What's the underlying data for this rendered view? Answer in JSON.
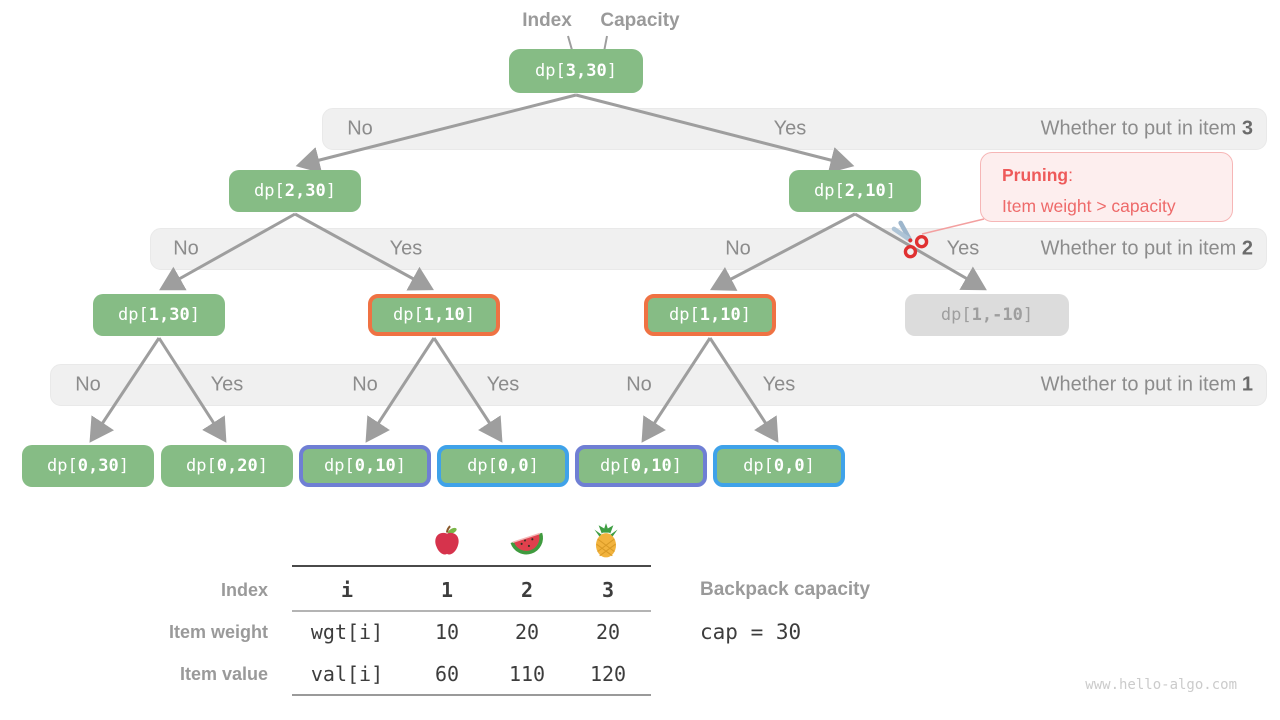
{
  "pointer_labels": {
    "index": "Index",
    "capacity": "Capacity"
  },
  "tree": {
    "nodes": [
      {
        "label": "dp[3,30]",
        "variant": "root"
      },
      {
        "label": "dp[2,30]",
        "variant": "plain"
      },
      {
        "label": "dp[2,10]",
        "variant": "plain"
      },
      {
        "label": "dp[1,30]",
        "variant": "plain"
      },
      {
        "label": "dp[1,10]",
        "variant": "orange"
      },
      {
        "label": "dp[1,10]",
        "variant": "orange"
      },
      {
        "label": "dp[1,-10]",
        "variant": "gray"
      },
      {
        "label": "dp[0,30]",
        "variant": "plain"
      },
      {
        "label": "dp[0,20]",
        "variant": "plain"
      },
      {
        "label": "dp[0,10]",
        "variant": "purple"
      },
      {
        "label": "dp[0,0]",
        "variant": "blue"
      },
      {
        "label": "dp[0,10]",
        "variant": "purple"
      },
      {
        "label": "dp[0,0]",
        "variant": "blue"
      }
    ],
    "bands": [
      {
        "labels": [
          "No",
          "Yes"
        ],
        "caption": "Whether to put in item",
        "item": "3"
      },
      {
        "labels": [
          "No",
          "Yes",
          "No",
          "Yes"
        ],
        "caption": "Whether to put in item",
        "item": "2"
      },
      {
        "labels": [
          "No",
          "Yes",
          "No",
          "Yes",
          "No",
          "Yes"
        ],
        "caption": "Whether to put in item",
        "item": "1"
      }
    ]
  },
  "pruning": {
    "title": "Pruning",
    "colon": ":",
    "detail": "Item weight > capacity"
  },
  "items_table": {
    "fruit_icons": [
      "apple-icon",
      "watermelon-icon",
      "pineapple-icon"
    ],
    "row_labels": [
      "Index",
      "Item weight",
      "Item value"
    ],
    "header": [
      "i",
      "1",
      "2",
      "3"
    ],
    "rows": [
      [
        "wgt[i]",
        "10",
        "20",
        "20"
      ],
      [
        "val[i]",
        "60",
        "110",
        "120"
      ]
    ]
  },
  "backpack": {
    "caption": "Backpack capacity",
    "code": "cap = 30"
  },
  "watermark": "www.hello-algo.com",
  "colors": {
    "node_green": "#86bc85",
    "border_orange": "#ef7243",
    "border_purple": "#6f7fd4",
    "border_blue": "#3fa2e9",
    "gray_node": "#dcdcdc",
    "band_gray": "#f0f0f0",
    "arrow_gray": "#9e9e9e",
    "pruning_red": "#ee6a6a"
  }
}
